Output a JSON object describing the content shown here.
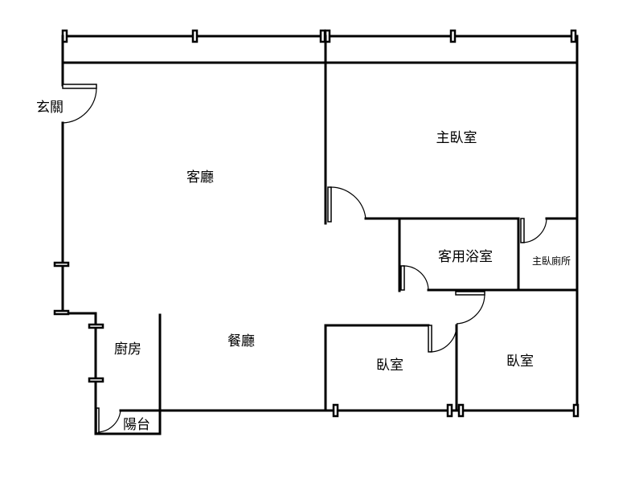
{
  "title": "Floor plan",
  "colors": {
    "wall": "#000000",
    "background": "#ffffff"
  },
  "rooms": [
    {
      "id": "entrance",
      "label": "玄關"
    },
    {
      "id": "living",
      "label": "客廳"
    },
    {
      "id": "master",
      "label": "主臥室"
    },
    {
      "id": "guest-bath",
      "label": "客用浴室"
    },
    {
      "id": "master-bath",
      "label": "主臥廁所"
    },
    {
      "id": "kitchen",
      "label": "廚房"
    },
    {
      "id": "dining",
      "label": "餐廳"
    },
    {
      "id": "bedroom-1",
      "label": "臥室"
    },
    {
      "id": "bedroom-2",
      "label": "臥室"
    },
    {
      "id": "balcony",
      "label": "陽台"
    }
  ]
}
